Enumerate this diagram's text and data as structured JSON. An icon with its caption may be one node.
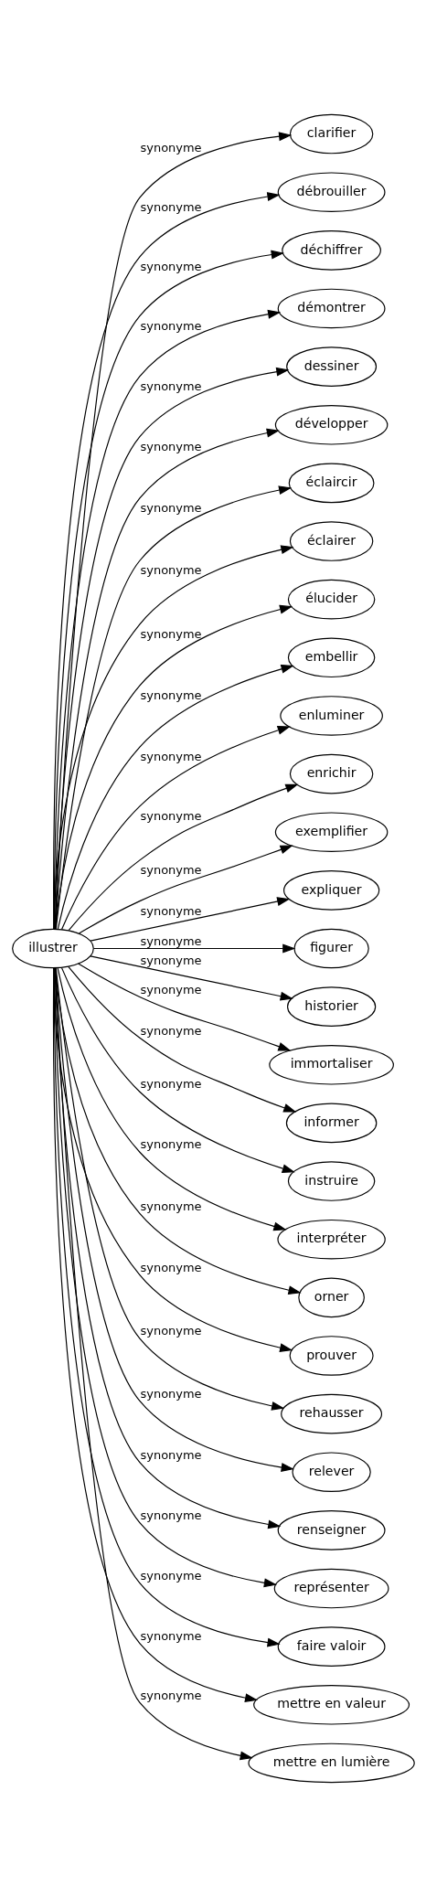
{
  "diagram": {
    "nodes": [
      {
        "text": [
          "illustrer"
        ]
      },
      {
        "text": [
          "clarifier"
        ]
      },
      {
        "text": [
          "débrouiller"
        ]
      },
      {
        "text": [
          "déchiffrer"
        ]
      },
      {
        "text": [
          "démontrer"
        ]
      },
      {
        "text": [
          "dessiner"
        ]
      },
      {
        "text": [
          "développer"
        ]
      },
      {
        "text": [
          "éclaircir"
        ]
      },
      {
        "text": [
          "éclairer"
        ]
      },
      {
        "text": [
          "élucider"
        ]
      },
      {
        "text": [
          "embellir"
        ]
      },
      {
        "text": [
          "enluminer"
        ]
      },
      {
        "text": [
          "enrichir"
        ]
      },
      {
        "text": [
          "exemplifier"
        ]
      },
      {
        "text": [
          "expliquer"
        ]
      },
      {
        "text": [
          "figurer"
        ]
      },
      {
        "text": [
          "historier"
        ]
      },
      {
        "text": [
          "immortaliser"
        ]
      },
      {
        "text": [
          "informer"
        ]
      },
      {
        "text": [
          "instruire"
        ]
      },
      {
        "text": [
          "interpréter"
        ]
      },
      {
        "text": [
          "orner"
        ]
      },
      {
        "text": [
          "prouver"
        ]
      },
      {
        "text": [
          "rehausser"
        ]
      },
      {
        "text": [
          "relever"
        ]
      },
      {
        "text": [
          "renseigner"
        ]
      },
      {
        "text": [
          "représenter"
        ]
      },
      {
        "text": [
          "faire valoir"
        ]
      },
      {
        "text": [
          "mettre en valeur"
        ]
      },
      {
        "text": [
          "mettre en lumière"
        ]
      }
    ],
    "edges": [
      {
        "from": 0,
        "to": 1,
        "arrow": "to",
        "label": "synonyme"
      },
      {
        "from": 0,
        "to": 2,
        "arrow": "to",
        "label": "synonyme"
      },
      {
        "from": 0,
        "to": 3,
        "arrow": "to",
        "label": "synonyme"
      },
      {
        "from": 0,
        "to": 4,
        "arrow": "to",
        "label": "synonyme"
      },
      {
        "from": 0,
        "to": 5,
        "arrow": "to",
        "label": "synonyme"
      },
      {
        "from": 0,
        "to": 6,
        "arrow": "to",
        "label": "synonyme"
      },
      {
        "from": 0,
        "to": 7,
        "arrow": "to",
        "label": "synonyme"
      },
      {
        "from": 0,
        "to": 8,
        "arrow": "to",
        "label": "synonyme"
      },
      {
        "from": 0,
        "to": 9,
        "arrow": "to",
        "label": "synonyme"
      },
      {
        "from": 0,
        "to": 10,
        "arrow": "to",
        "label": "synonyme"
      },
      {
        "from": 0,
        "to": 11,
        "arrow": "to",
        "label": "synonyme"
      },
      {
        "from": 0,
        "to": 12,
        "arrow": "to",
        "label": "synonyme"
      },
      {
        "from": 0,
        "to": 13,
        "arrow": "to",
        "label": "synonyme"
      },
      {
        "from": 0,
        "to": 14,
        "arrow": "to",
        "label": "synonyme"
      },
      {
        "from": 0,
        "to": 15,
        "arrow": "to",
        "label": "synonyme"
      },
      {
        "from": 0,
        "to": 16,
        "arrow": "to",
        "label": "synonyme"
      },
      {
        "from": 0,
        "to": 17,
        "arrow": "to",
        "label": "synonyme"
      },
      {
        "from": 0,
        "to": 18,
        "arrow": "to",
        "label": "synonyme"
      },
      {
        "from": 0,
        "to": 19,
        "arrow": "to",
        "label": "synonyme"
      },
      {
        "from": 0,
        "to": 20,
        "arrow": "to",
        "label": "synonyme"
      },
      {
        "from": 0,
        "to": 21,
        "arrow": "to",
        "label": "synonyme"
      },
      {
        "from": 0,
        "to": 22,
        "arrow": "to",
        "label": "synonyme"
      },
      {
        "from": 0,
        "to": 23,
        "arrow": "to",
        "label": "synonyme"
      },
      {
        "from": 0,
        "to": 24,
        "arrow": "to",
        "label": "synonyme"
      },
      {
        "from": 0,
        "to": 25,
        "arrow": "to",
        "label": "synonyme"
      },
      {
        "from": 0,
        "to": 26,
        "arrow": "to",
        "label": "synonyme"
      },
      {
        "from": 0,
        "to": 27,
        "arrow": "to",
        "label": "synonyme"
      },
      {
        "from": 0,
        "to": 28,
        "arrow": "to",
        "label": "synonyme"
      },
      {
        "from": 0,
        "to": 29,
        "arrow": "to",
        "label": "synonyme"
      }
    ]
  }
}
